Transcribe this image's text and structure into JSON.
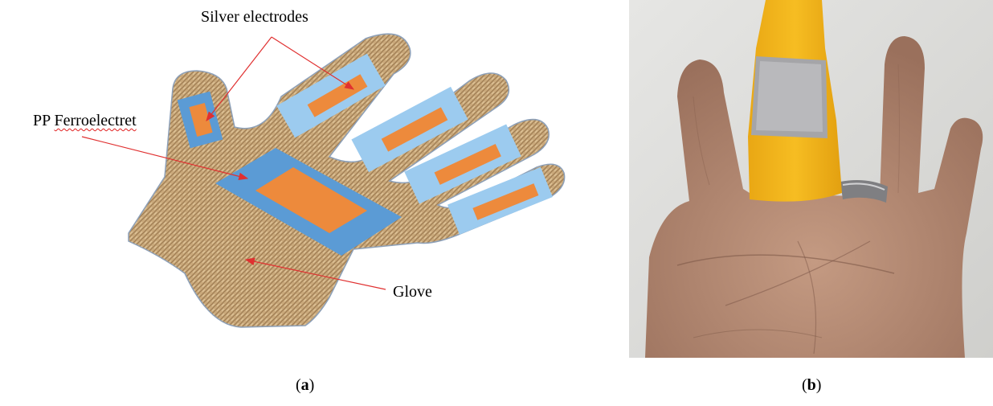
{
  "figure": {
    "panel_a": {
      "labels": {
        "silver_electrodes": "Silver electrodes",
        "pp_prefix": "PP ",
        "ferroelectret": "Ferroelectret",
        "glove": "Glove"
      },
      "sub_label": {
        "open": "(",
        "letter": "a",
        "close": ")"
      },
      "colors": {
        "glove_fill": "#c9a878",
        "glove_outline": "#8da0b8",
        "ferroelectret_outer": "#5b9bd5",
        "ferroelectret_light": "#9ccbef",
        "electrode": "#ed8a3c",
        "arrow": "#e03030"
      }
    },
    "panel_b": {
      "sub_label": {
        "open": "(",
        "letter": "b",
        "close": ")"
      },
      "colors": {
        "background_wall": "#dcdcdc",
        "skin": "#b78b73",
        "felt": "#f2b418",
        "electrode": "#a8a8a8"
      }
    }
  }
}
